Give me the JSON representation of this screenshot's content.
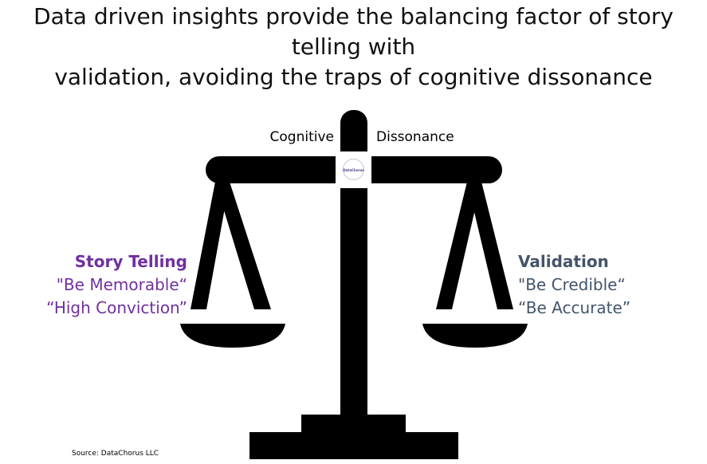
{
  "title": "Data driven insights provide the balancing factor of story telling with\nvalidation, avoiding the traps of cognitive dissonance",
  "center_labels": {
    "left": "Cognitive",
    "right": "Dissonance"
  },
  "logo": {
    "text": "DataChorus"
  },
  "left_side": {
    "heading": "Story Telling",
    "line1": "\"Be Memorable“",
    "line2": "“High Conviction”",
    "color": "#7030a0"
  },
  "right_side": {
    "heading": "Validation",
    "line1": "\"Be Credible“",
    "line2": "“Be Accurate”",
    "color": "#44546a"
  },
  "source": "Source: DataChorus LLC",
  "colors": {
    "scale": "#000000",
    "background": "#ffffff"
  },
  "icon": "balance-scale-icon"
}
